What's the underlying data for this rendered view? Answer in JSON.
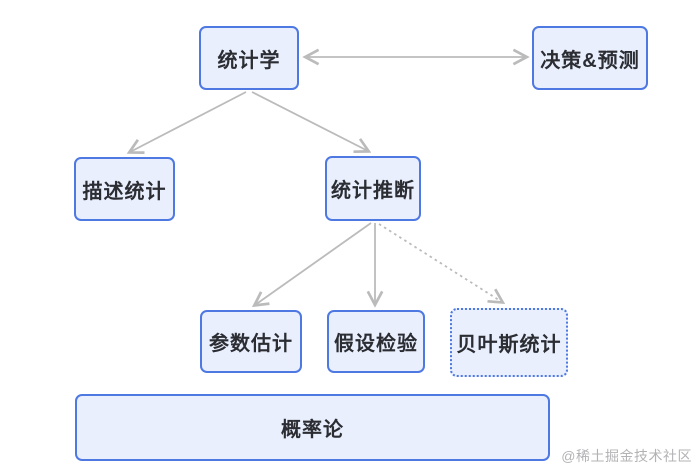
{
  "diagram": {
    "type": "flowchart",
    "topic": "statistics-concept-map",
    "nodes": [
      {
        "id": "statistics",
        "label": "统计学",
        "border": "solid"
      },
      {
        "id": "decision-prediction",
        "label": "决策&预测",
        "border": "solid"
      },
      {
        "id": "descriptive",
        "label": "描述统计",
        "border": "solid"
      },
      {
        "id": "inference",
        "label": "统计推断",
        "border": "solid"
      },
      {
        "id": "parameter-est",
        "label": "参数估计",
        "border": "solid"
      },
      {
        "id": "hypothesis-test",
        "label": "假设检验",
        "border": "solid"
      },
      {
        "id": "bayesian",
        "label": "贝叶斯统计",
        "border": "dotted"
      },
      {
        "id": "probability",
        "label": "概率论",
        "border": "solid"
      }
    ],
    "edges": [
      {
        "from": "统计学",
        "to": "决策&预测",
        "style": "solid",
        "direction": "both"
      },
      {
        "from": "统计学",
        "to": "描述统计",
        "style": "solid",
        "direction": "forward"
      },
      {
        "from": "统计学",
        "to": "统计推断",
        "style": "solid",
        "direction": "forward"
      },
      {
        "from": "统计推断",
        "to": "参数估计",
        "style": "solid",
        "direction": "forward"
      },
      {
        "from": "统计推断",
        "to": "假设检验",
        "style": "solid",
        "direction": "forward"
      },
      {
        "from": "统计推断",
        "to": "贝叶斯统计",
        "style": "dotted",
        "direction": "forward"
      }
    ],
    "colors": {
      "background": "#ffffff",
      "node_fill": "#e9effd",
      "node_border": "#4e78e2",
      "node_text": "#2b2d33",
      "arrow": "#bbbbbb",
      "watermark_text": "#b3b3b6"
    },
    "watermark": "@稀土掘金技术社区"
  }
}
